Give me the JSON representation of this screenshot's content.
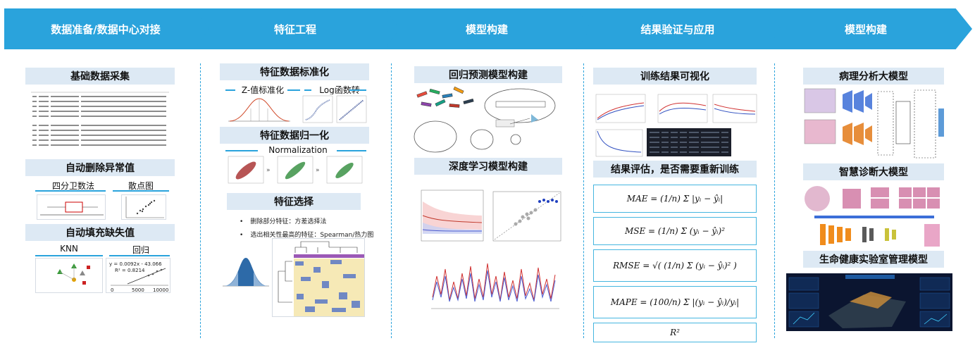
{
  "stages": [
    {
      "label": "数据准备/数据中心对接"
    },
    {
      "label": "特征工程"
    },
    {
      "label": "模型构建"
    },
    {
      "label": "结果验证与应用"
    },
    {
      "label": "模型构建"
    }
  ],
  "col1": {
    "box1": "基础数据采集",
    "box2": "自动删除异常值",
    "sub2a": "四分卫数法",
    "sub2b": "散点图",
    "box3": "自动填充缺失值",
    "sub3a": "KNN",
    "sub3b": "回归",
    "regression_eq": "y = 0.0092x - 43.066",
    "regression_r2": "R² = 0.8214",
    "regression_x0": "0",
    "regression_x1": "5000",
    "regression_x2": "10000"
  },
  "col2": {
    "box1": "特征数据标准化",
    "sub1a": "Z-值标准化",
    "sub1b": "Log函数转",
    "box2": "特征数据归一化",
    "sub2": "Normalization",
    "box3": "特征选择",
    "bullet1": "删除部分特征：方差选择法",
    "bullet2": "选出相关性最高的特征：Spearman/热力图"
  },
  "col3": {
    "box1": "回归预测模型构建",
    "box2": "深度学习模型构建"
  },
  "col4": {
    "box1": "训练结果可视化",
    "box2": "结果评估，是否需要重新训练",
    "f1": "MAE = (1/n) Σ |yᵢ − ŷᵢ|",
    "f2": "MSE = (1/n) Σ (yᵢ − ŷᵢ)²",
    "f3": "RMSE = √( (1/n) Σ (yᵢ − ŷᵢ)² )",
    "f4": "MAPE = (100/n) Σ |(yᵢ − ŷᵢ)/yᵢ|",
    "f5": "R²"
  },
  "col5": {
    "box1": "病理分析大模型",
    "box2": "智慧诊断大模型",
    "box3": "生命健康实验室管理模型"
  },
  "colors": {
    "accent": "#2aa3dc",
    "box_bg": "#dde9f4"
  }
}
